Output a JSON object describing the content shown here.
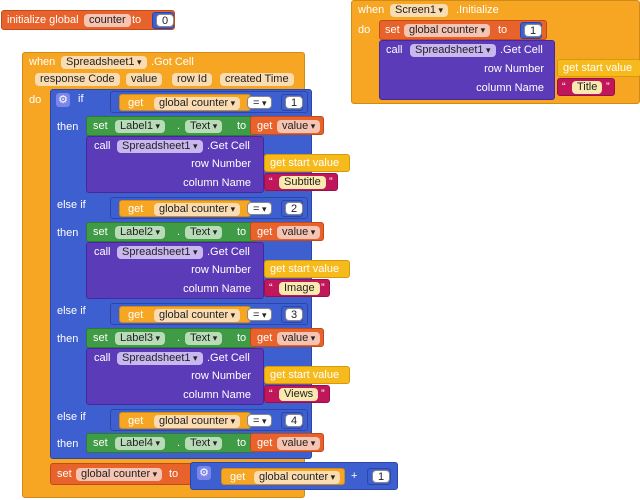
{
  "init_block": {
    "label": "initialize global",
    "var_name": "counter",
    "to_label": "to",
    "value": "0"
  },
  "screen_block": {
    "when": "when",
    "component": "Screen1",
    "event": ".Initialize",
    "do": "do",
    "set_label": "set",
    "var": "global counter",
    "to_label": "to",
    "value": "1",
    "call": "call",
    "sheet": "Spreadsheet1",
    "method": ".Get Cell",
    "row_label": "row Number",
    "row_value": "get start value",
    "col_label": "column Name",
    "col_value": "Title"
  },
  "gotcell_block": {
    "when": "when",
    "component": "Spreadsheet1",
    "event": ".Got Cell",
    "params": [
      "response Code",
      "value",
      "row Id",
      "created Time"
    ],
    "do": "do",
    "if": "if",
    "then": "then",
    "else_if": "else if",
    "get": "get",
    "counter_var": "global counter",
    "eq": "=",
    "branches": [
      {
        "cond_value": "1",
        "set": "set",
        "label": "Label1",
        "prop": "Text",
        "to": "to",
        "get_value": "value",
        "call": "call",
        "sheet": "Spreadsheet1",
        "method": ".Get Cell",
        "row_label": "row Number",
        "row_value": "get start value",
        "col_label": "column Name",
        "col_value": "Subtitle"
      },
      {
        "cond_value": "2",
        "set": "set",
        "label": "Label2",
        "prop": "Text",
        "to": "to",
        "get_value": "value",
        "call": "call",
        "sheet": "Spreadsheet1",
        "method": ".Get Cell",
        "row_label": "row Number",
        "row_value": "get start value",
        "col_label": "column Name",
        "col_value": "Image"
      },
      {
        "cond_value": "3",
        "set": "set",
        "label": "Label3",
        "prop": "Text",
        "to": "to",
        "get_value": "value",
        "call": "call",
        "sheet": "Spreadsheet1",
        "method": ".Get Cell",
        "row_label": "row Number",
        "row_value": "get start value",
        "col_label": "column Name",
        "col_value": "Views"
      },
      {
        "cond_value": "4",
        "set": "set",
        "label": "Label4",
        "prop": "Text",
        "to": "to",
        "get_value": "value"
      }
    ],
    "final_set": {
      "set": "set",
      "var": "global counter",
      "to": "to",
      "get": "get",
      "get_var": "global counter",
      "plus": "+",
      "value": "1"
    }
  }
}
